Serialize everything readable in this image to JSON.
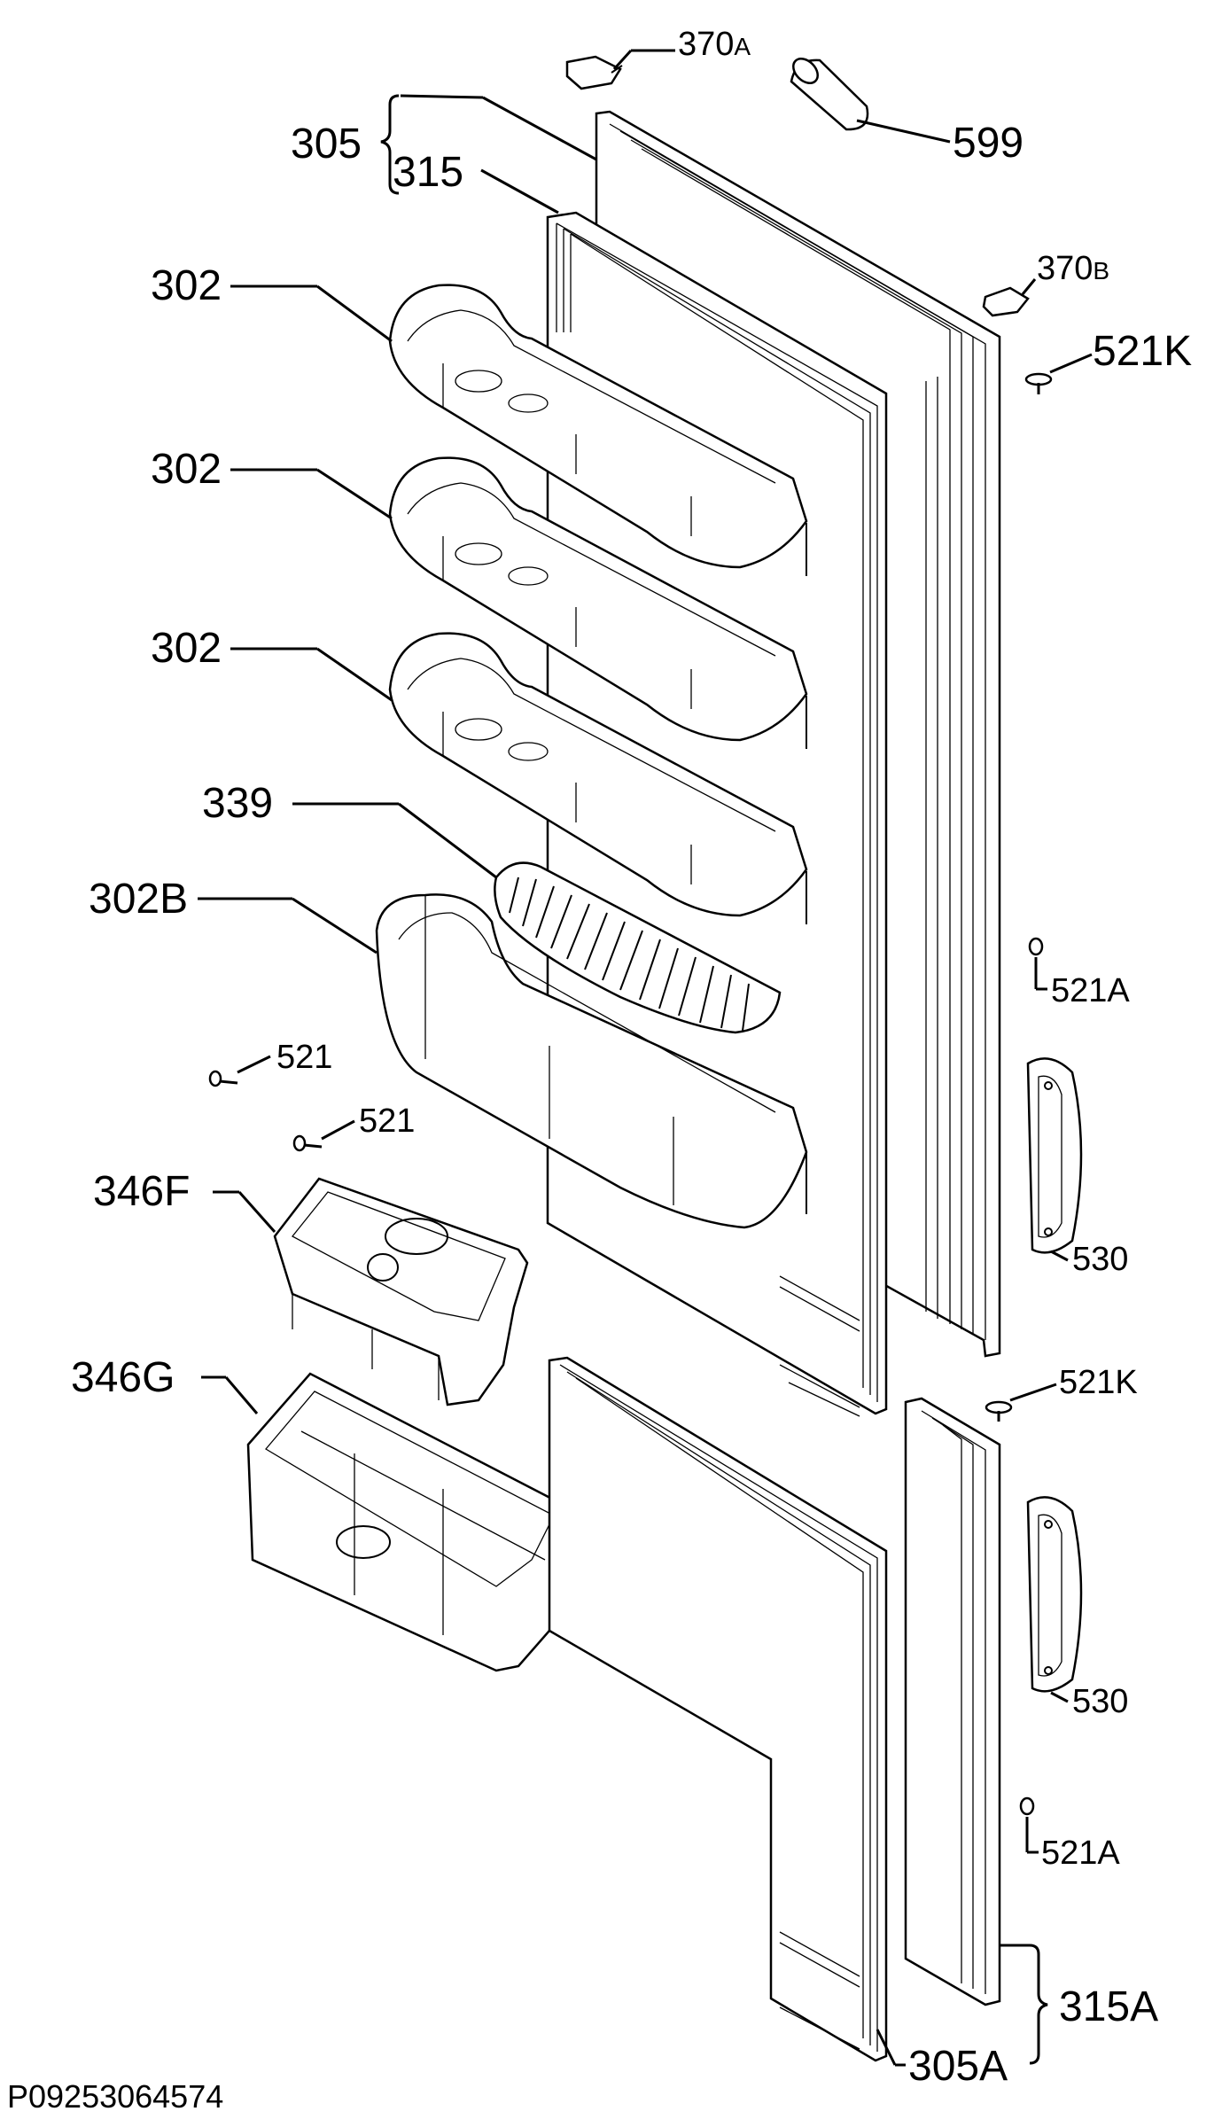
{
  "labels": {
    "l305": "305",
    "l315": "315",
    "l370a": "370",
    "l370a_sub": "A",
    "l599": "599",
    "l370b": "370",
    "l370b_sub": "B",
    "l521k_top": "521K",
    "l302_1": "302",
    "l302_2": "302",
    "l302_3": "302",
    "l339": "339",
    "l302b": "302B",
    "l521a_top": "521A",
    "l521_1": "521",
    "l521_2": "521",
    "l346f": "346F",
    "l530_top": "530",
    "l521k_bot": "521K",
    "l346g": "346G",
    "l530_bot": "530",
    "l521a_bot": "521A",
    "l315a": "315A",
    "l305a": "305A"
  },
  "document_id": "P09253064574"
}
